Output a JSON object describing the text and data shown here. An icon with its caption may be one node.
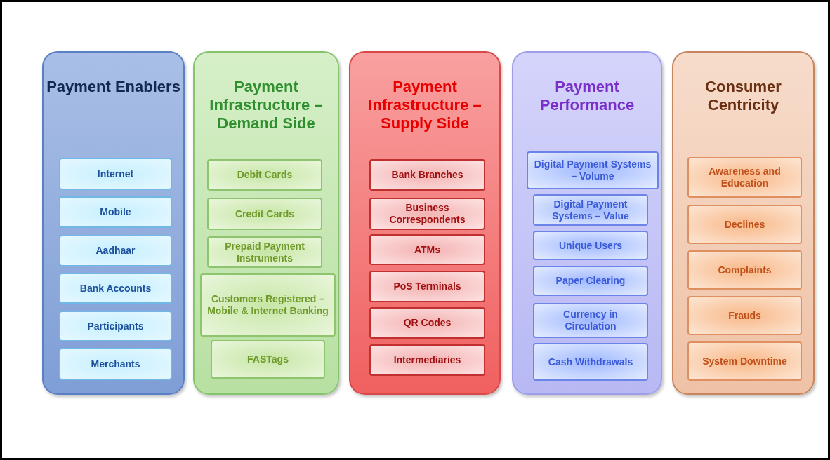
{
  "diagram": {
    "nodes": [
      {
        "text": [
          "Payment Enablers"
        ]
      },
      {
        "text": [
          "Internet"
        ],
        "in": 0
      },
      {
        "text": [
          "Mobile"
        ],
        "in": 0
      },
      {
        "text": [
          "Aadhaar"
        ],
        "in": 0
      },
      {
        "text": [
          "Bank Accounts"
        ],
        "in": 0
      },
      {
        "text": [
          "Participants"
        ],
        "in": 0
      },
      {
        "text": [
          "Merchants"
        ],
        "in": 0
      },
      {
        "text": [
          "Payment Infrastructure – Demand Side"
        ]
      },
      {
        "text": [
          "Debit Cards"
        ],
        "in": 7
      },
      {
        "text": [
          "Credit Cards"
        ],
        "in": 7
      },
      {
        "text": [
          "Prepaid Payment Instruments"
        ],
        "in": 7
      },
      {
        "text": [
          "Customers Registered – Mobile & Internet Banking"
        ],
        "in": 7
      },
      {
        "text": [
          "FASTags"
        ],
        "in": 7
      },
      {
        "text": [
          "Payment Infrastructure – Supply Side"
        ]
      },
      {
        "text": [
          "Bank Branches"
        ],
        "in": 13
      },
      {
        "text": [
          "Business Correspondents"
        ],
        "in": 13
      },
      {
        "text": [
          "ATMs"
        ],
        "in": 13
      },
      {
        "text": [
          "PoS Terminals"
        ],
        "in": 13
      },
      {
        "text": [
          "QR Codes"
        ],
        "in": 13
      },
      {
        "text": [
          "Intermediaries"
        ],
        "in": 13
      },
      {
        "text": [
          "Payment Performance"
        ]
      },
      {
        "text": [
          "Digital Payment Systems – Volume"
        ],
        "in": 20
      },
      {
        "text": [
          "Digital Payment Systems – Value"
        ],
        "in": 20
      },
      {
        "text": [
          "Unique Users"
        ],
        "in": 20
      },
      {
        "text": [
          "Paper Clearing"
        ],
        "in": 20
      },
      {
        "text": [
          "Currency in Circulation"
        ],
        "in": 20
      },
      {
        "text": [
          "Cash Withdrawals"
        ],
        "in": 20
      },
      {
        "text": [
          "Consumer Centricity"
        ]
      },
      {
        "text": [
          "Awareness and Education"
        ],
        "in": 27
      },
      {
        "text": [
          "Declines"
        ],
        "in": 27
      },
      {
        "text": [
          "Complaints"
        ],
        "in": 27
      },
      {
        "text": [
          "Frauds"
        ],
        "in": 27
      },
      {
        "text": [
          "System Downtime"
        ],
        "in": 27
      }
    ]
  }
}
